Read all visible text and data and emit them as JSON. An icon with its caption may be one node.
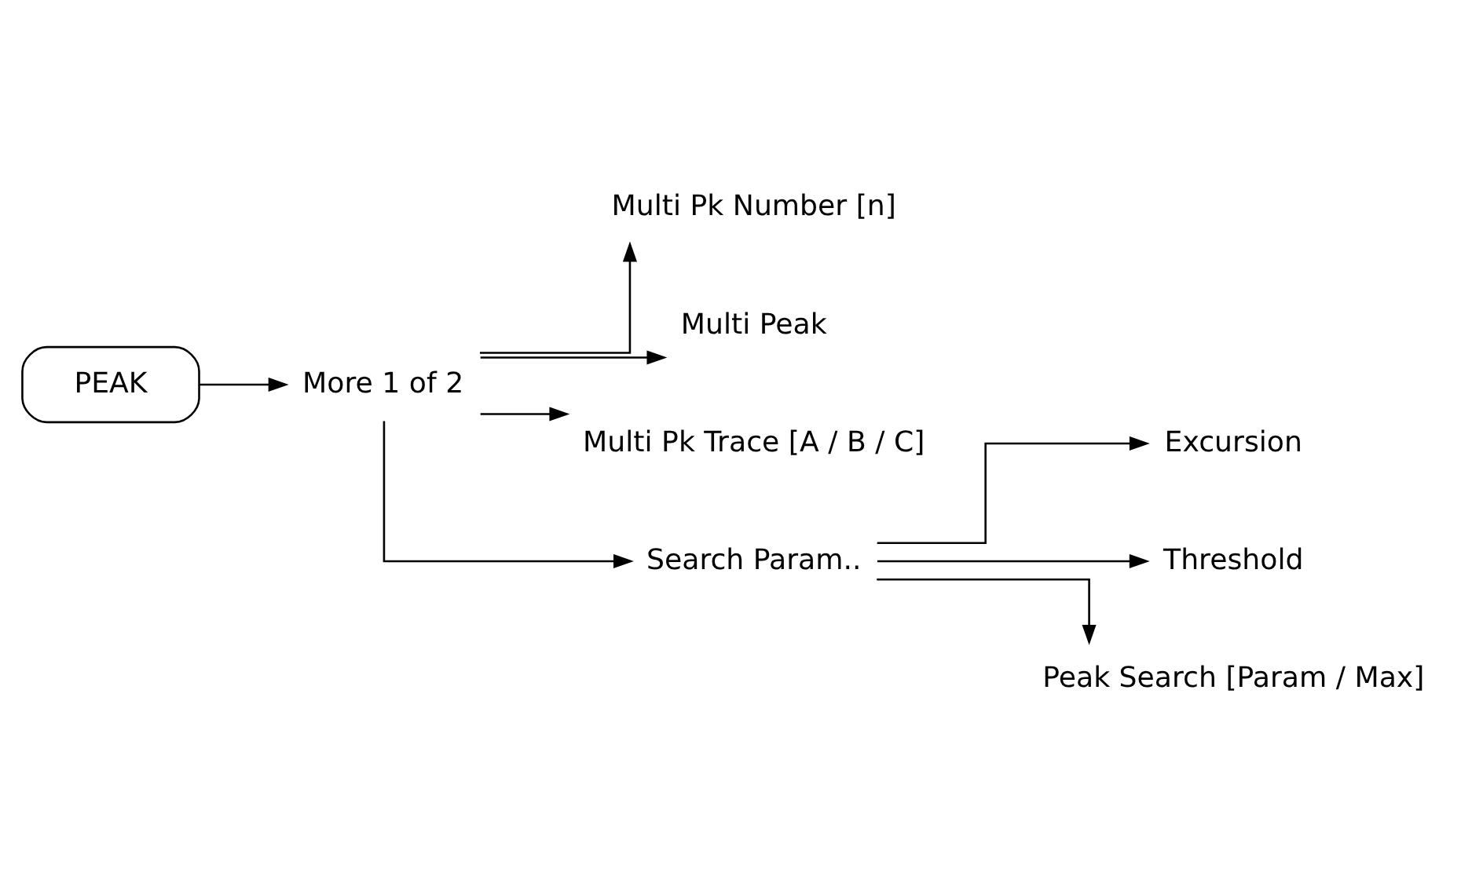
{
  "diagram": {
    "nodes": [
      {
        "text": [
          "PEAK"
        ]
      },
      {
        "text": [
          "More 1 of 2"
        ]
      },
      {
        "text": [
          "Multi Pk Number [n]"
        ]
      },
      {
        "text": [
          "Multi Peak"
        ]
      },
      {
        "text": [
          "Multi Pk Trace [A / B / C]"
        ]
      },
      {
        "text": [
          "Search Param.."
        ]
      },
      {
        "text": [
          "Excursion"
        ]
      },
      {
        "text": [
          "Threshold"
        ]
      },
      {
        "text": [
          "Peak Search [Param / Max]"
        ]
      }
    ],
    "edges": [
      {
        "from": 0,
        "to": 1,
        "arrow": "to"
      },
      {
        "from": 1,
        "to": 2,
        "arrow": "to"
      },
      {
        "from": 1,
        "to": 3,
        "arrow": "to"
      },
      {
        "from": 1,
        "to": 4,
        "arrow": "to"
      },
      {
        "from": 1,
        "to": 5,
        "arrow": "to"
      },
      {
        "from": 5,
        "to": 6,
        "arrow": "to"
      },
      {
        "from": 5,
        "to": 7,
        "arrow": "to"
      },
      {
        "from": 5,
        "to": 8,
        "arrow": "to"
      }
    ]
  }
}
